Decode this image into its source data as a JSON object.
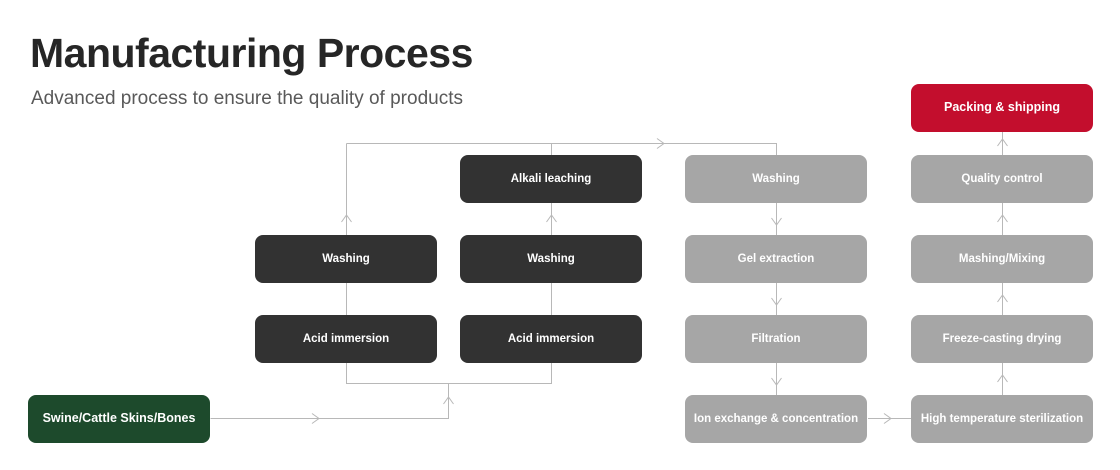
{
  "header": {
    "title": "Manufacturing Process",
    "subtitle": "Advanced process to ensure the quality of products"
  },
  "colors": {
    "dark_step": "#323232",
    "gray_step": "#a6a6a6",
    "source_green": "#1d4a2c",
    "final_red": "#c30e2d",
    "connector": "#b8b8b8",
    "title_text": "#262626",
    "subtitle_text": "#595959",
    "step_text": "#ffffff"
  },
  "nodes": {
    "source": "Swine/Cattle Skins/Bones",
    "washing_a": "Washing",
    "acid_immersion_a": "Acid immersion",
    "alkali_leaching": "Alkali leaching",
    "washing_b": "Washing",
    "acid_immersion_b": "Acid immersion",
    "washing_c": "Washing",
    "gel_extraction": "Gel extraction",
    "filtration": "Filtration",
    "ion_exchange": "Ion exchange & concentration",
    "quality_control": "Quality control",
    "mashing_mixing": "Mashing/Mixing",
    "freeze_casting": "Freeze-casting drying",
    "sterilization": "High temperature sterilization",
    "packing": "Packing & shipping"
  }
}
